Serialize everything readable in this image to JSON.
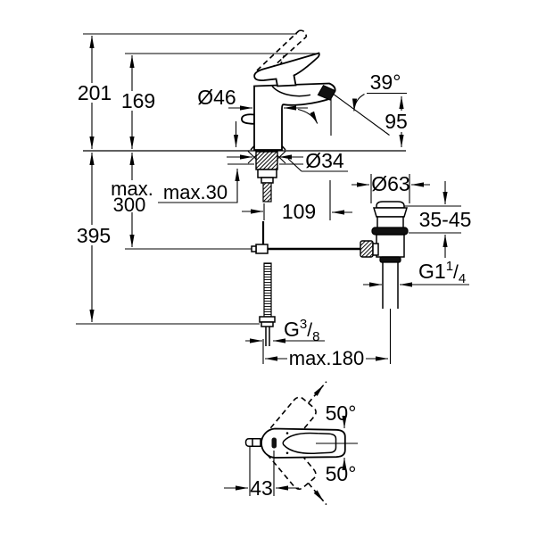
{
  "drawing": {
    "background": "#ffffff",
    "line_color": "#000000",
    "side_view": {
      "total_height": "201",
      "lever_height": "169",
      "body_diameter": "Ø46",
      "aerator_angle": "39°",
      "spout_height": "95",
      "shank_diameter": "Ø34",
      "max_deck_thickness": "max.30",
      "max_rod_depth_line1": "max.",
      "max_rod_depth_line2": "300",
      "spout_projection": "109",
      "overall_depth": "395",
      "waste_flange_diameter": "Ø63",
      "waste_deck_range": "35-45",
      "waste_thread": {
        "prefix": "G1",
        "numerator": "1",
        "slash": "/",
        "denominator": "4"
      },
      "supply_thread": {
        "prefix": "G",
        "numerator": "3",
        "slash": "/",
        "denominator": "8"
      },
      "max_reach_below": "max.180"
    },
    "top_view": {
      "swing_angle_up": "50°",
      "swing_angle_down": "50°",
      "handle_offset": "43"
    }
  }
}
